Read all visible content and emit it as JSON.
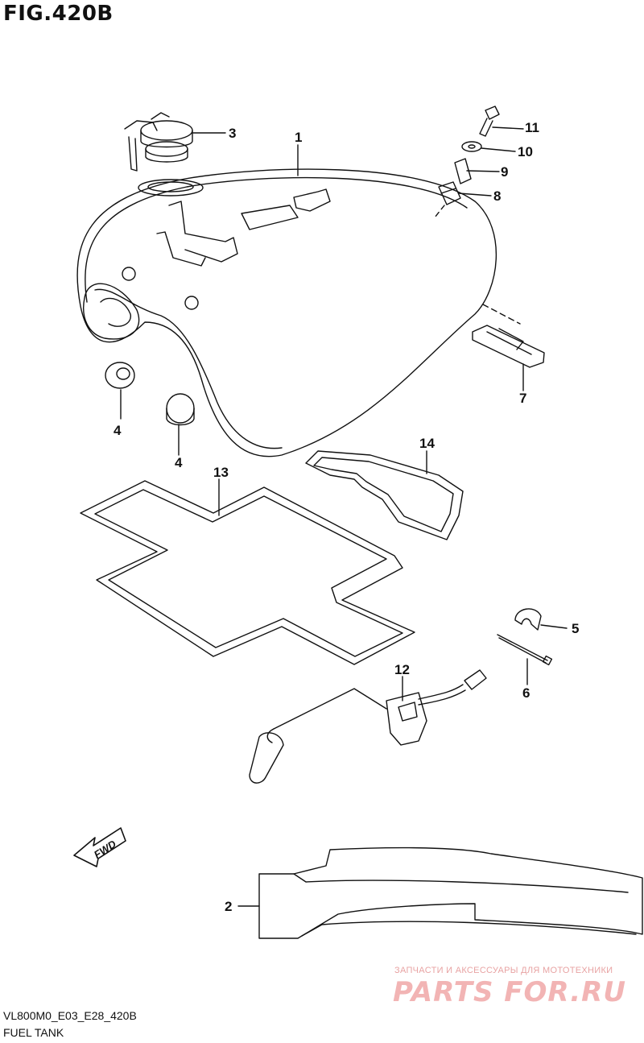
{
  "figure": {
    "title": "FIG.420B",
    "code": "VL800M0_E03_E28_420B",
    "name": "FUEL TANK"
  },
  "callouts": [
    {
      "id": "1",
      "label": "1"
    },
    {
      "id": "2",
      "label": "2"
    },
    {
      "id": "3",
      "label": "3"
    },
    {
      "id": "4a",
      "label": "4"
    },
    {
      "id": "4b",
      "label": "4"
    },
    {
      "id": "5",
      "label": "5"
    },
    {
      "id": "6",
      "label": "6"
    },
    {
      "id": "7",
      "label": "7"
    },
    {
      "id": "8",
      "label": "8"
    },
    {
      "id": "9",
      "label": "9"
    },
    {
      "id": "10",
      "label": "10"
    },
    {
      "id": "11",
      "label": "11"
    },
    {
      "id": "12",
      "label": "12"
    },
    {
      "id": "13",
      "label": "13"
    },
    {
      "id": "14",
      "label": "14"
    }
  ],
  "direction_arrow": {
    "label": "FWD"
  },
  "watermark": {
    "tagline": "ЗАПЧАСТИ И АКСЕССУАРЫ ДЛЯ МОТОТЕХНИКИ",
    "brand": "PARTS FOR.RU"
  },
  "colors": {
    "line": "#111111",
    "watermark": "#e8a3a3"
  }
}
